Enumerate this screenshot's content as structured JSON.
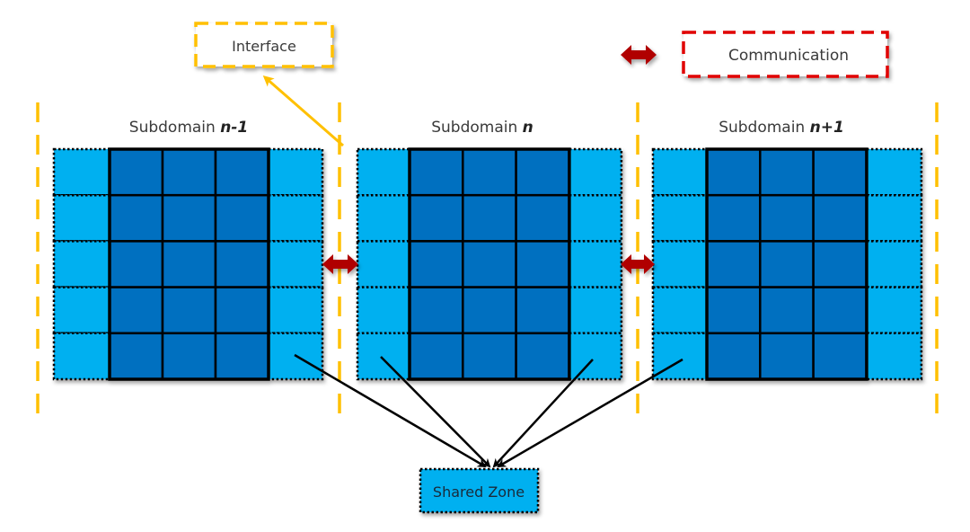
{
  "legend": {
    "interface_label": "Interface",
    "communication_label": "Communication"
  },
  "subdomains": [
    {
      "prefix": "Subdomain ",
      "suffix": "n-1"
    },
    {
      "prefix": "Subdomain ",
      "suffix": "n"
    },
    {
      "prefix": "Subdomain ",
      "suffix": "n+1"
    }
  ],
  "grid": {
    "rows": 5,
    "core_columns": 3,
    "halo_columns_per_side": 1
  },
  "shared_zone_label": "Shared Zone",
  "colors": {
    "core_cell": "#0070c0",
    "halo_cell": "#00b0f0",
    "interface": "#ffc000",
    "communication": "#c00000",
    "communication_border": "#e00000",
    "text": "#3a3a3a"
  }
}
